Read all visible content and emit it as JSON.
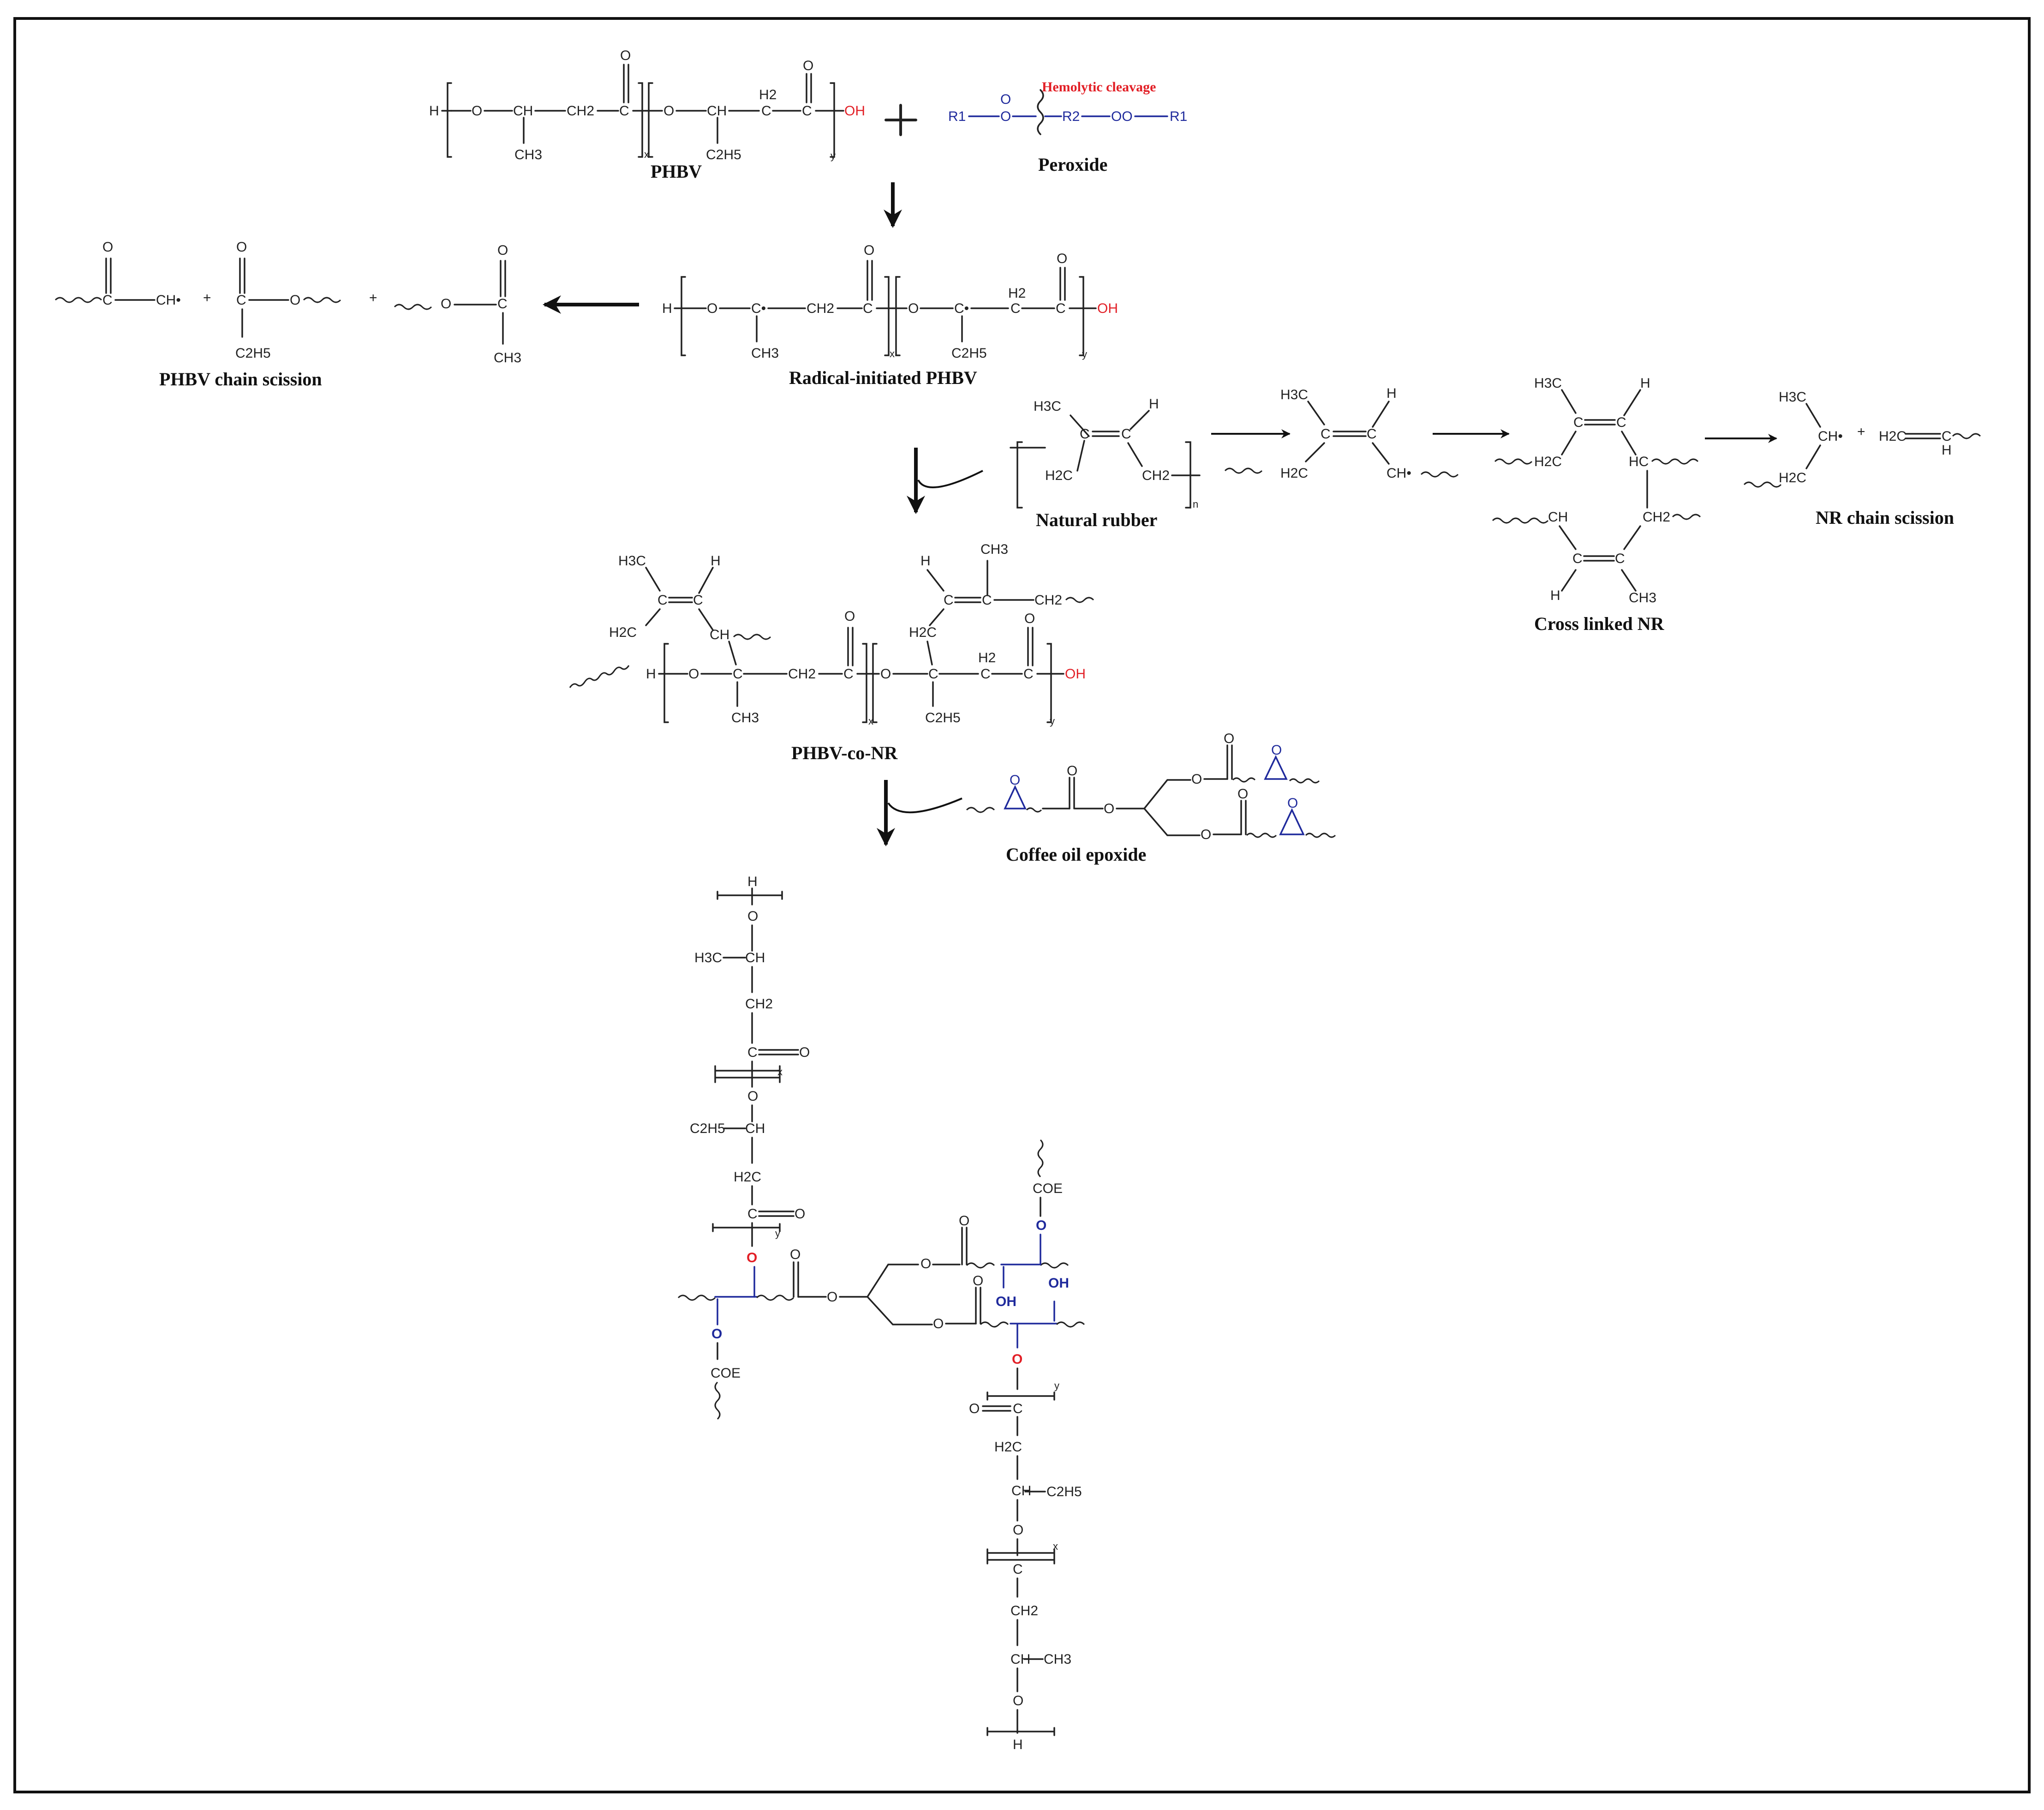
{
  "labels": {
    "phbv": "PHBV",
    "peroxide": "Peroxide",
    "cleavage": "Hemolytic cleavage",
    "radical_phbv": "Radical-initiated PHBV",
    "phbv_scission": "PHBV chain scission",
    "natural_rubber": "Natural rubber",
    "crosslinked_nr": "Cross linked NR",
    "nr_scission": "NR chain scission",
    "phbv_co_nr": "PHBV-co-NR",
    "coffee_oil": "Coffee oil epoxide"
  },
  "atoms": {
    "H": "H",
    "O": "O",
    "OH": "OH",
    "C": "C",
    "CH": "CH",
    "CH2": "CH2",
    "H2C": "H2C",
    "CH3": "CH3",
    "H3C": "H3C",
    "C2H5": "C2H5",
    "H2": "H2",
    "HC": "HC",
    "CH_rad": "CH•",
    "C_rad": "C•",
    "R1": "R1",
    "R2": "R2",
    "OO": "OO",
    "COE": "COE",
    "x": "x",
    "y": "y",
    "n": "n",
    "plus": "+"
  },
  "colors": {
    "text": "#222222",
    "oxygen_highlight": "#e21f26",
    "epoxide_blue": "#1f2a9c",
    "frame": "#111111"
  }
}
